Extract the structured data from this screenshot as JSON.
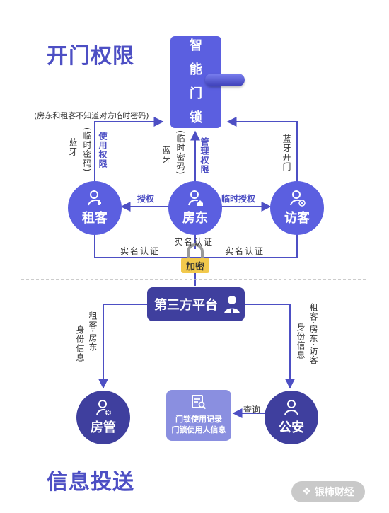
{
  "titles": {
    "top": "开门权限",
    "bottom": "信息投送"
  },
  "lock": {
    "label": "智能门锁"
  },
  "note": "(房东和租客不知道对方临时密码)",
  "nodes": {
    "tenant": "租客",
    "landlord": "房东",
    "visitor": "访客",
    "housing": "房管",
    "police": "公安",
    "platform": "第三方平台"
  },
  "edges": {
    "tenant_bt": "蓝牙",
    "tenant_pwd": "(临时密码)",
    "tenant_perm": "使用权限",
    "landlord_bt": "蓝牙",
    "landlord_pwd": "(临时密码)",
    "landlord_perm": "管理权限",
    "visitor_open": "蓝牙开门",
    "authorize": "授权",
    "temp_authorize": "临时授权",
    "realname_center": "实名认证",
    "realname_left": "实名认证",
    "realname_right": "实名认证",
    "encrypt": "加密",
    "left_info_a": "租客·房东",
    "left_info_b": "身份信息",
    "right_info_a": "租客·房东·访客",
    "right_info_b": "身份信息",
    "query": "查询"
  },
  "record": {
    "line1": "门锁使用记录",
    "line2": "门锁使用人信息"
  },
  "watermark": "银柿财经",
  "colors": {
    "primary": "#5b5fe0",
    "dark": "#3f3f9e",
    "title": "#4d4fc4",
    "badge": "#f2c94c"
  }
}
